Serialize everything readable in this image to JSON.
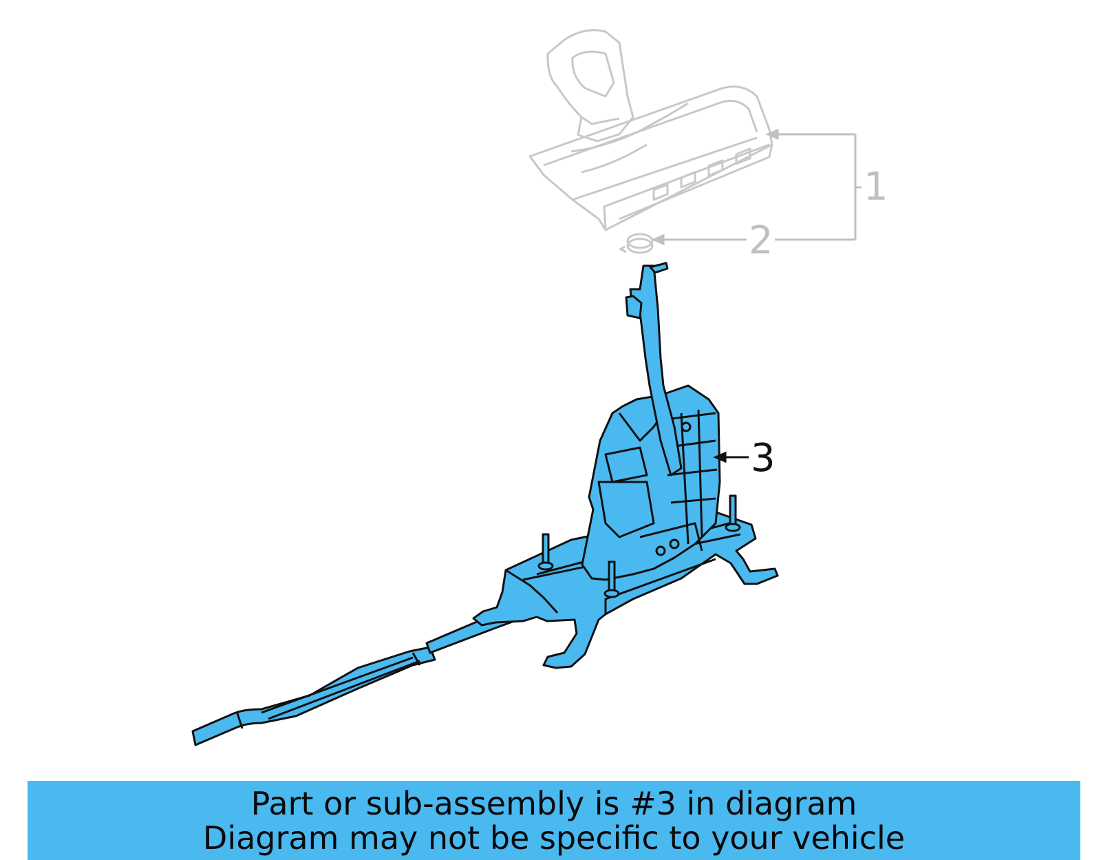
{
  "callouts": [
    {
      "number": "1",
      "highlighted": false
    },
    {
      "number": "2",
      "highlighted": false
    },
    {
      "number": "3",
      "highlighted": true
    }
  ],
  "banner": {
    "line1": "Part or sub-assembly is #3 in diagram",
    "line2": "Diagram may not be specific to your vehicle"
  },
  "colors": {
    "highlight_fill": "#4ab9f0",
    "highlight_outline": "#111111",
    "ghost_outline": "#c8c8c8",
    "ghost_text": "#c0c0c0",
    "banner_bg": "#4ab9f0"
  }
}
